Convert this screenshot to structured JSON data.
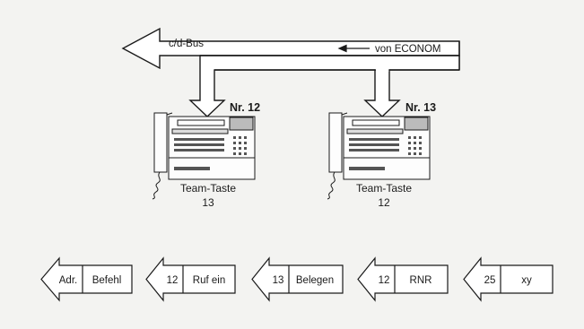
{
  "bus": {
    "cd_bus_label": "c/d-Bus",
    "source_label": "von ECONOM"
  },
  "phones": [
    {
      "number_label": "Nr. 12",
      "key_label": "Team-Taste",
      "key_number": "13"
    },
    {
      "number_label": "Nr. 13",
      "key_label": "Team-Taste",
      "key_number": "12"
    }
  ],
  "sequence": [
    {
      "left": "Adr.",
      "right": "Befehl"
    },
    {
      "left": "12",
      "right": "Ruf ein"
    },
    {
      "left": "13",
      "right": "Belegen"
    },
    {
      "left": "12",
      "right": "RNR"
    },
    {
      "left": "25",
      "right": "xy"
    }
  ],
  "colors": {
    "background": "#f3f3f1",
    "line": "#1a1a1a"
  }
}
